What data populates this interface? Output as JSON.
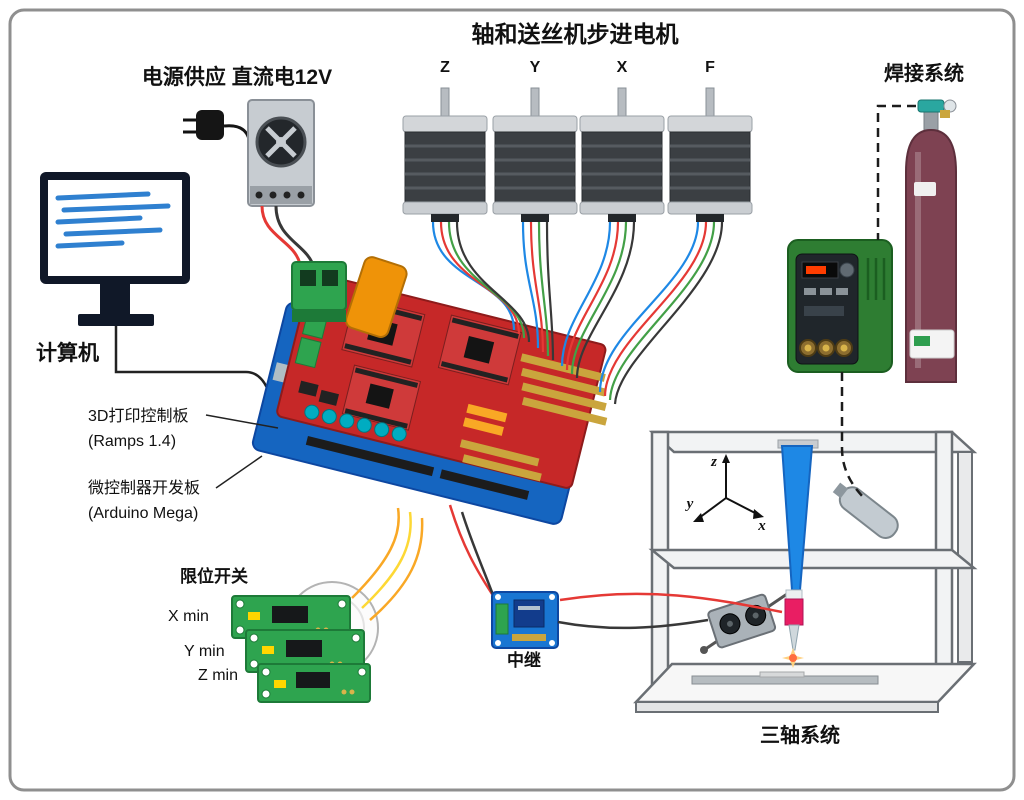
{
  "labels": {
    "motors_title": "轴和送丝机步进电机",
    "power_supply": "电源供应 直流电12V",
    "welding_system": "焊接系统",
    "computer": "计算机",
    "ramps_line1": "3D打印控制板",
    "ramps_line2": "(Ramps 1.4)",
    "arduino_line1": "微控制器开发板",
    "arduino_line2": "(Arduino Mega)",
    "limit_switches": "限位开关",
    "limit_x": "X min",
    "limit_y": "Y min",
    "limit_z": "Z min",
    "relay": "中继",
    "three_axis": "三轴系统",
    "motor_z": "Z",
    "motor_y": "Y",
    "motor_x": "X",
    "motor_f": "F",
    "axis_x": "x",
    "axis_y": "y",
    "axis_z": "z"
  },
  "colors": {
    "board_red": "#c62828",
    "arduino_blue": "#1565c0",
    "welder_green": "#2e7d32",
    "cylinder_maroon": "#7e4252",
    "pcb_green": "#2ea44f",
    "relay_blue": "#1976d2",
    "wire_red": "#e53935",
    "wire_black": "#383838",
    "wire_blue": "#1e88e5",
    "wire_green": "#43a047",
    "wire_yellow": "#fdd835",
    "wire_orange": "#f9a825"
  }
}
